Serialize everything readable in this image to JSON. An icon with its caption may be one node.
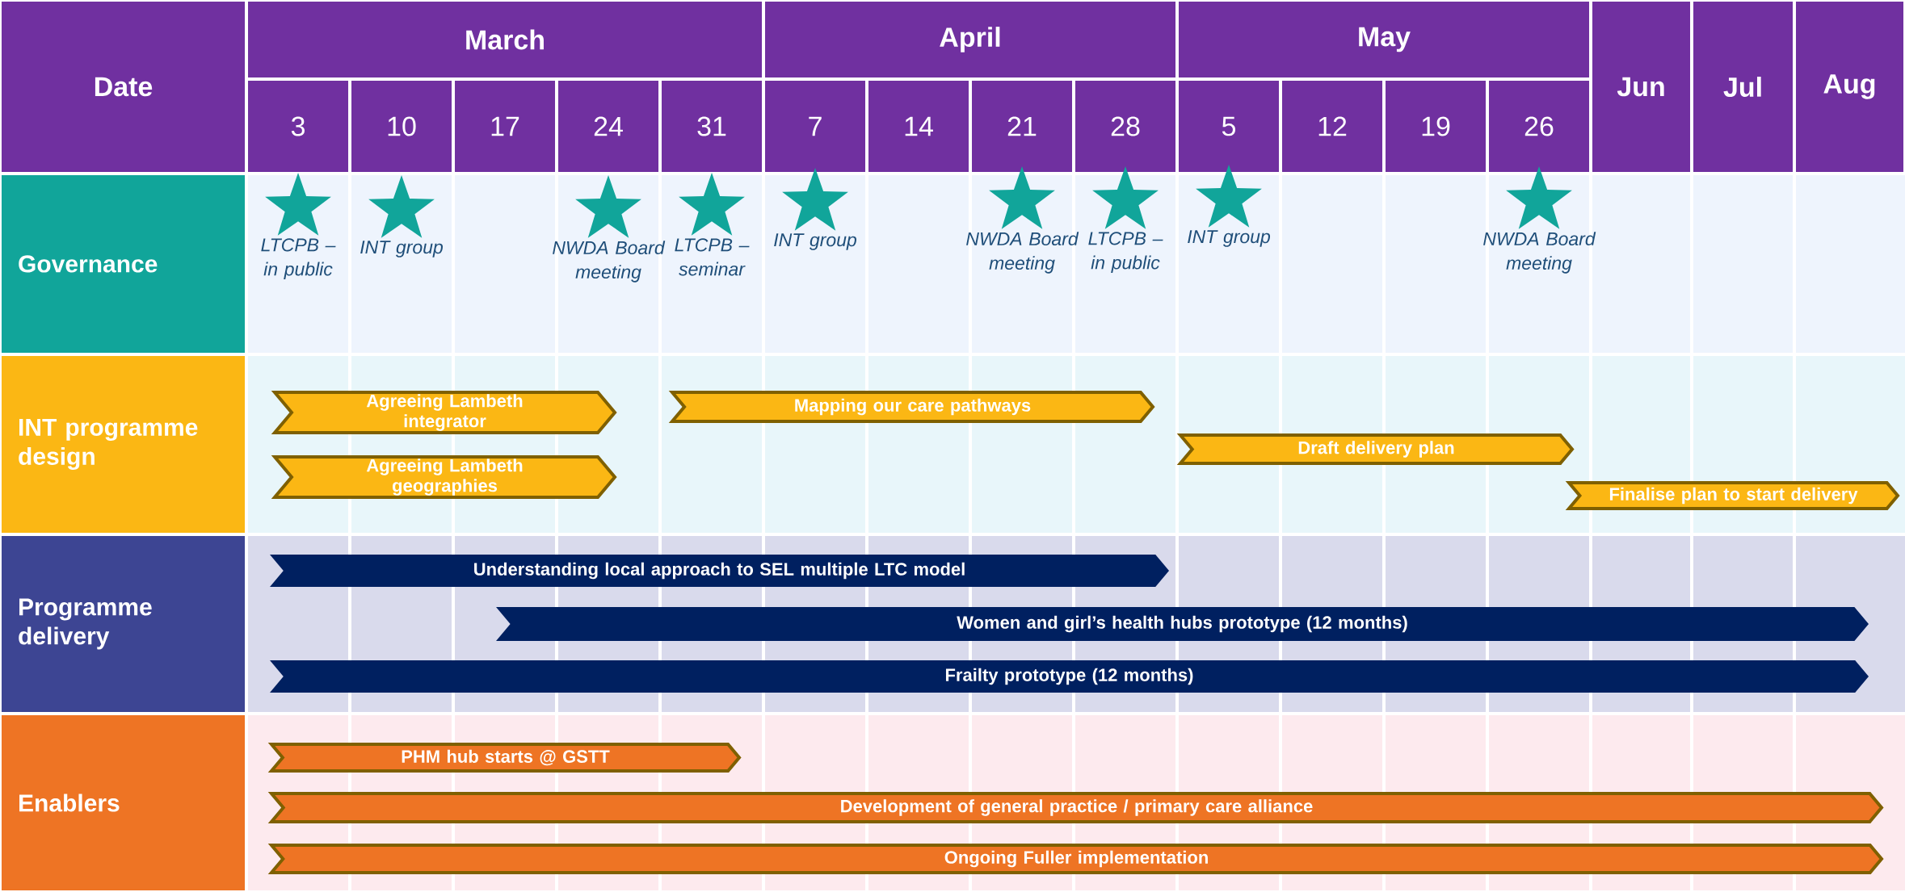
{
  "diagram": {
    "nodes": [
      {
        "text": [
          "Date"
        ]
      },
      {
        "text": [
          "March"
        ]
      },
      {
        "text": [
          "April"
        ]
      },
      {
        "text": [
          "May"
        ]
      },
      {
        "text": [
          "Jun"
        ]
      },
      {
        "text": [
          "Jul"
        ]
      },
      {
        "text": [
          "Aug"
        ]
      },
      {
        "text": [
          "3"
        ]
      },
      {
        "text": [
          "10"
        ]
      },
      {
        "text": [
          "17"
        ]
      },
      {
        "text": [
          "24"
        ]
      },
      {
        "text": [
          "31"
        ]
      },
      {
        "text": [
          "7"
        ]
      },
      {
        "text": [
          "14"
        ]
      },
      {
        "text": [
          "21"
        ]
      },
      {
        "text": [
          "28"
        ]
      },
      {
        "text": [
          "5"
        ]
      },
      {
        "text": [
          "12"
        ]
      },
      {
        "text": [
          "19"
        ]
      },
      {
        "text": [
          "26"
        ]
      },
      {
        "text": [
          "Governance"
        ]
      },
      {
        "text": [],
        "shape": "star",
        "beside": [
          "LTCPB – in public"
        ]
      },
      {
        "text": [],
        "shape": "star",
        "beside": [
          "INT group"
        ]
      },
      {
        "text": [],
        "shape": "star",
        "beside": [
          "NWDA Board meeting"
        ]
      },
      {
        "text": [],
        "shape": "star",
        "beside": [
          "LTCPB – seminar"
        ]
      },
      {
        "text": [],
        "shape": "star",
        "beside": [
          "INT group"
        ]
      },
      {
        "text": [],
        "shape": "star",
        "beside": [
          "NWDA Board meeting"
        ]
      },
      {
        "text": [],
        "shape": "star",
        "beside": [
          "LTCPB – in public"
        ]
      },
      {
        "text": [],
        "shape": "star",
        "beside": [
          "INT group"
        ]
      },
      {
        "text": [],
        "shape": "star",
        "beside": [
          "NWDA Board meeting"
        ]
      },
      {
        "text": [
          "INT programme design"
        ]
      },
      {
        "text": [
          "Agreeing Lambeth integrator"
        ]
      },
      {
        "text": [
          "Agreeing Lambeth geographies"
        ]
      },
      {
        "text": [
          "Mapping our care pathways"
        ]
      },
      {
        "text": [
          "Draft delivery plan"
        ]
      },
      {
        "text": [
          "Finalise plan to start delivery"
        ]
      },
      {
        "text": [
          "Programme delivery"
        ]
      },
      {
        "text": [
          "Understanding local approach to SEL multiple LTC model"
        ]
      },
      {
        "text": [
          "Women and girl’s health hubs prototype (12 months)"
        ]
      },
      {
        "text": [
          "Frailty prototype (12 months)"
        ]
      },
      {
        "text": [
          "Enablers"
        ]
      },
      {
        "text": [
          "PHM hub starts @ GSTT"
        ]
      },
      {
        "text": [
          "Development of general practice / primary care alliance"
        ]
      },
      {
        "text": [
          "Ongoing Fuller implementation"
        ]
      }
    ]
  }
}
